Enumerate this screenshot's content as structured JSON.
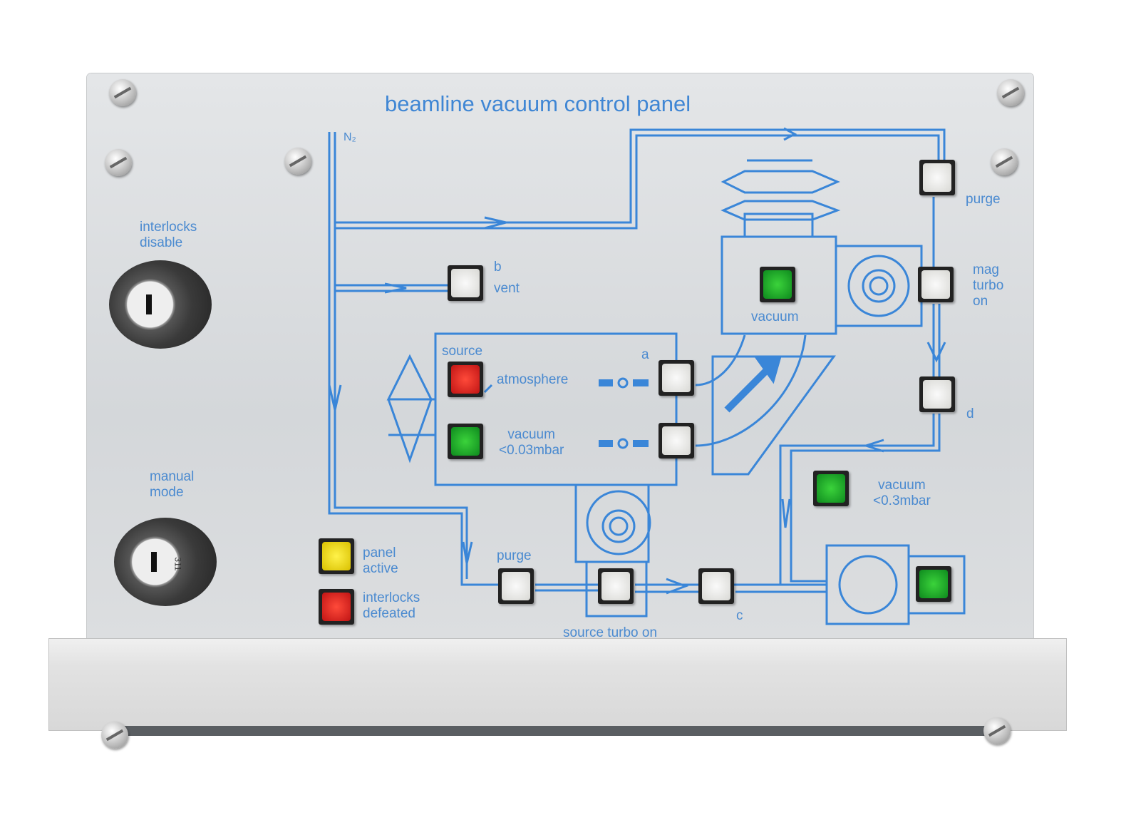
{
  "panel": {
    "title": "beamline vacuum control panel",
    "gas": "N₂",
    "accent": "#3f86d4"
  },
  "labels": {
    "interlocks_disable": [
      "interlocks",
      "disable"
    ],
    "manual_mode": [
      "manual",
      "mode"
    ],
    "b": "b",
    "vent": "vent",
    "source": "source",
    "atmosphere": "atmosphere",
    "vacuum_src": [
      "vacuum",
      "<0.03mbar"
    ],
    "a": "a",
    "vacuum_top": "vacuum",
    "purge_top": "purge",
    "mag_turbo": [
      "mag",
      "turbo",
      "on"
    ],
    "d": "d",
    "vacuum_03": [
      "vacuum",
      "<0.3mbar"
    ],
    "panel_active": [
      "panel",
      "active"
    ],
    "interlocks_defeated": [
      "interlocks",
      "defeated"
    ],
    "purge_bottom": "purge",
    "source_turbo": "source turbo on",
    "c": "c",
    "key_number": "311"
  },
  "indicators": {
    "source_atmosphere": "red",
    "source_vacuum": "green",
    "vacuum": "green",
    "vacuum_03": "green",
    "panel_active": "yellow",
    "interlocks_defeated": "red",
    "backing": "green"
  }
}
